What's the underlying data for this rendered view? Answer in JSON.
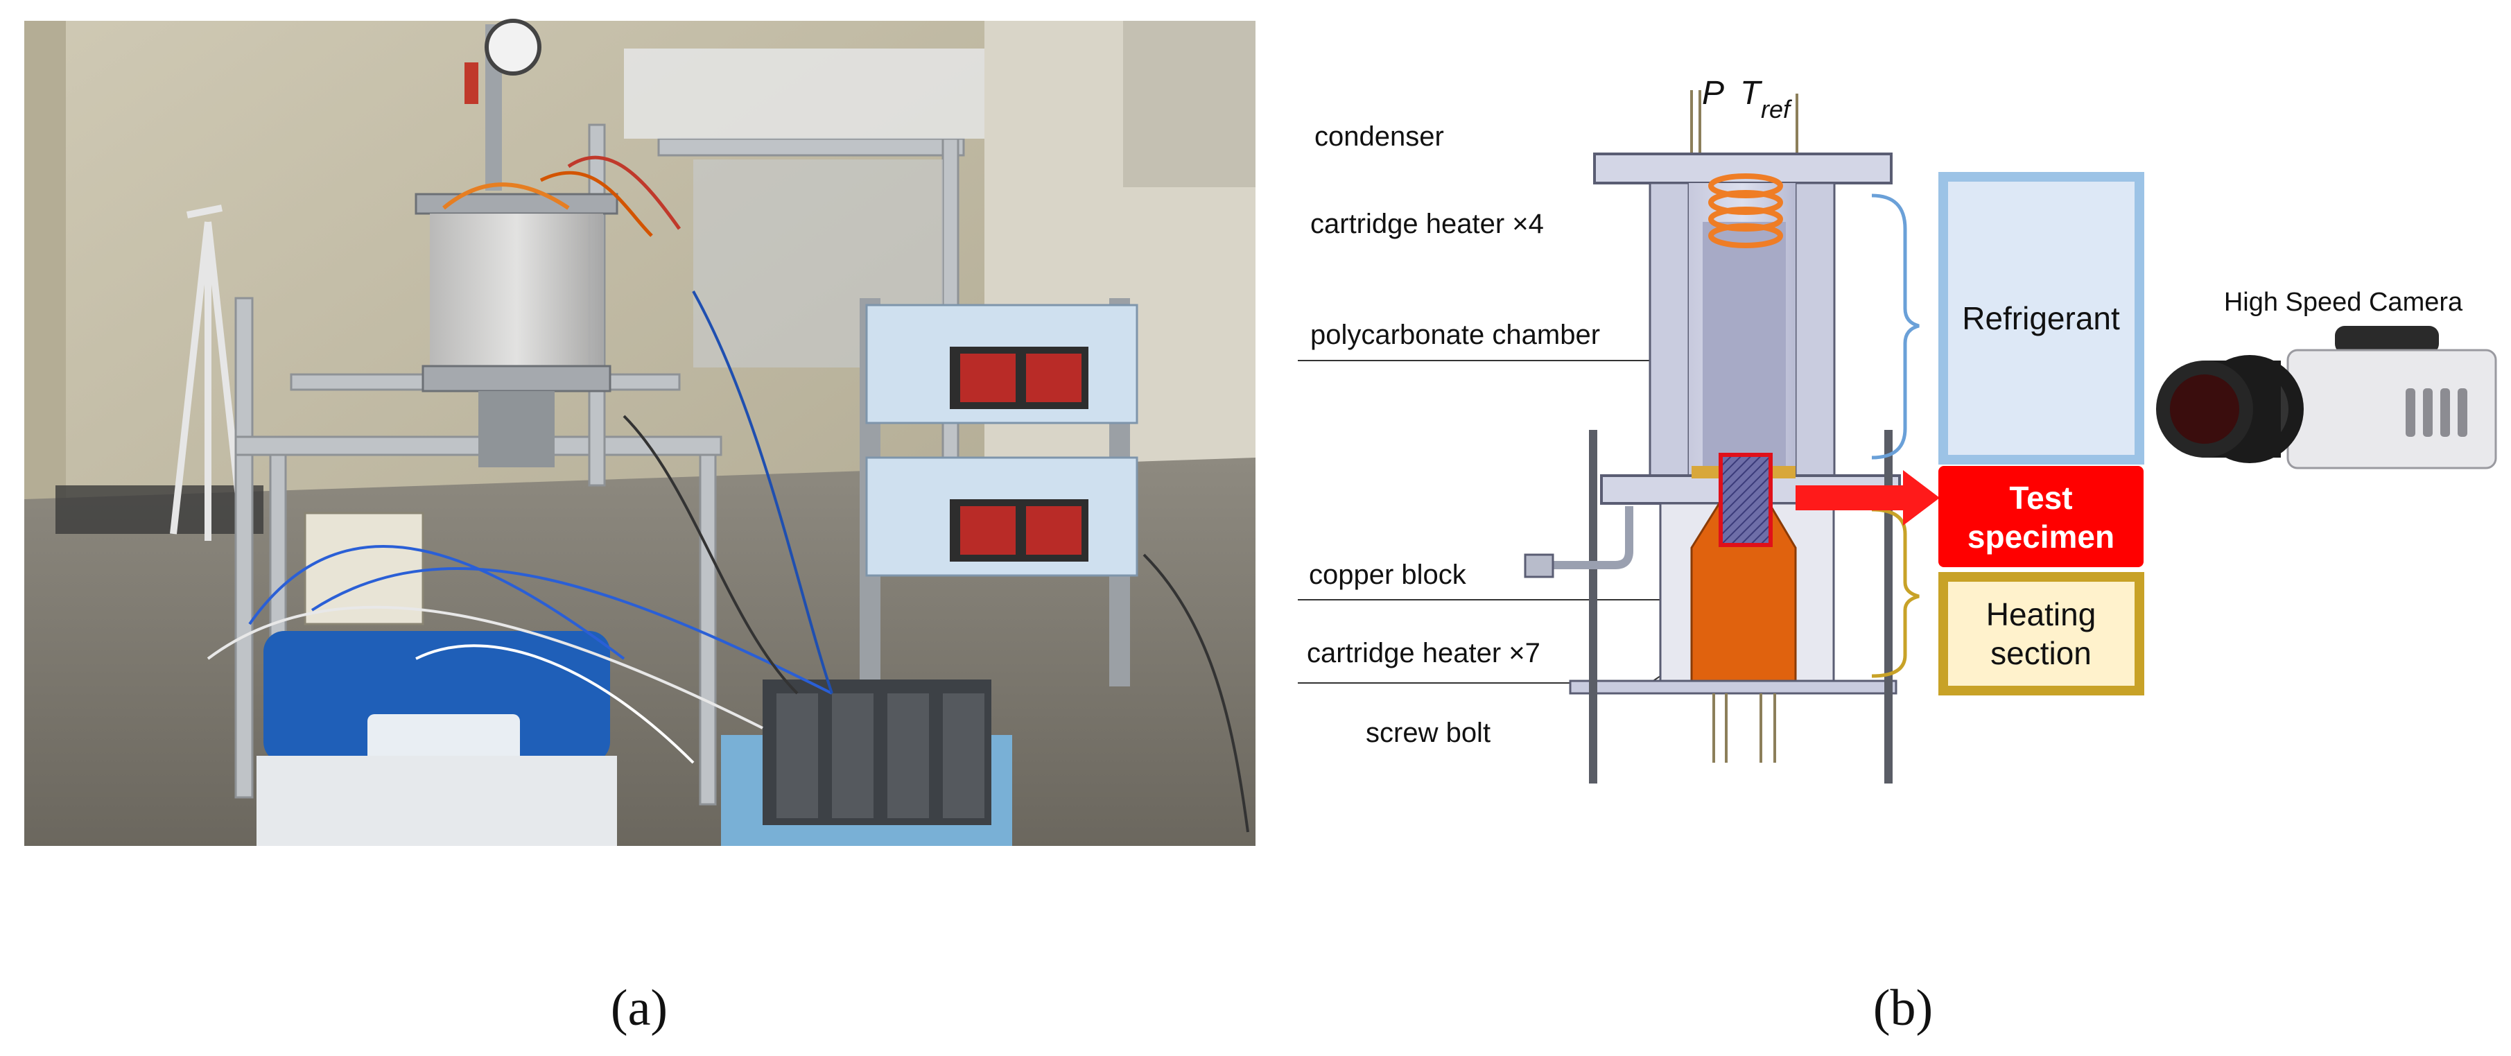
{
  "panel_a": {
    "caption": "(a)"
  },
  "panel_b": {
    "caption": "(b)",
    "labels": {
      "condenser": "condenser",
      "heater4": "cartridge heater ×4",
      "chamber": "polycarbonate chamber",
      "copper": "copper block",
      "heater7": "cartridge heater ×7",
      "bolt": "screw bolt"
    },
    "symbols": {
      "pressure": "P",
      "tref_main": "T",
      "tref_sub": "ref"
    },
    "boxes": {
      "refrigerant": "Refrigerant",
      "test_line1": "Test",
      "test_line2": "specimen",
      "heating_line1": "Heating",
      "heating_line2": "section"
    },
    "camera": {
      "label": "High Speed Camera"
    },
    "colors": {
      "refrigerant_border": "#9cc3e6",
      "refrigerant_fill": "#dde8f6",
      "test_fill": "#ff0000",
      "heating_border": "#c8a227",
      "heating_fill": "#fff2cc",
      "copper_fill": "#e0620e",
      "coil": "#ef7d25"
    }
  }
}
